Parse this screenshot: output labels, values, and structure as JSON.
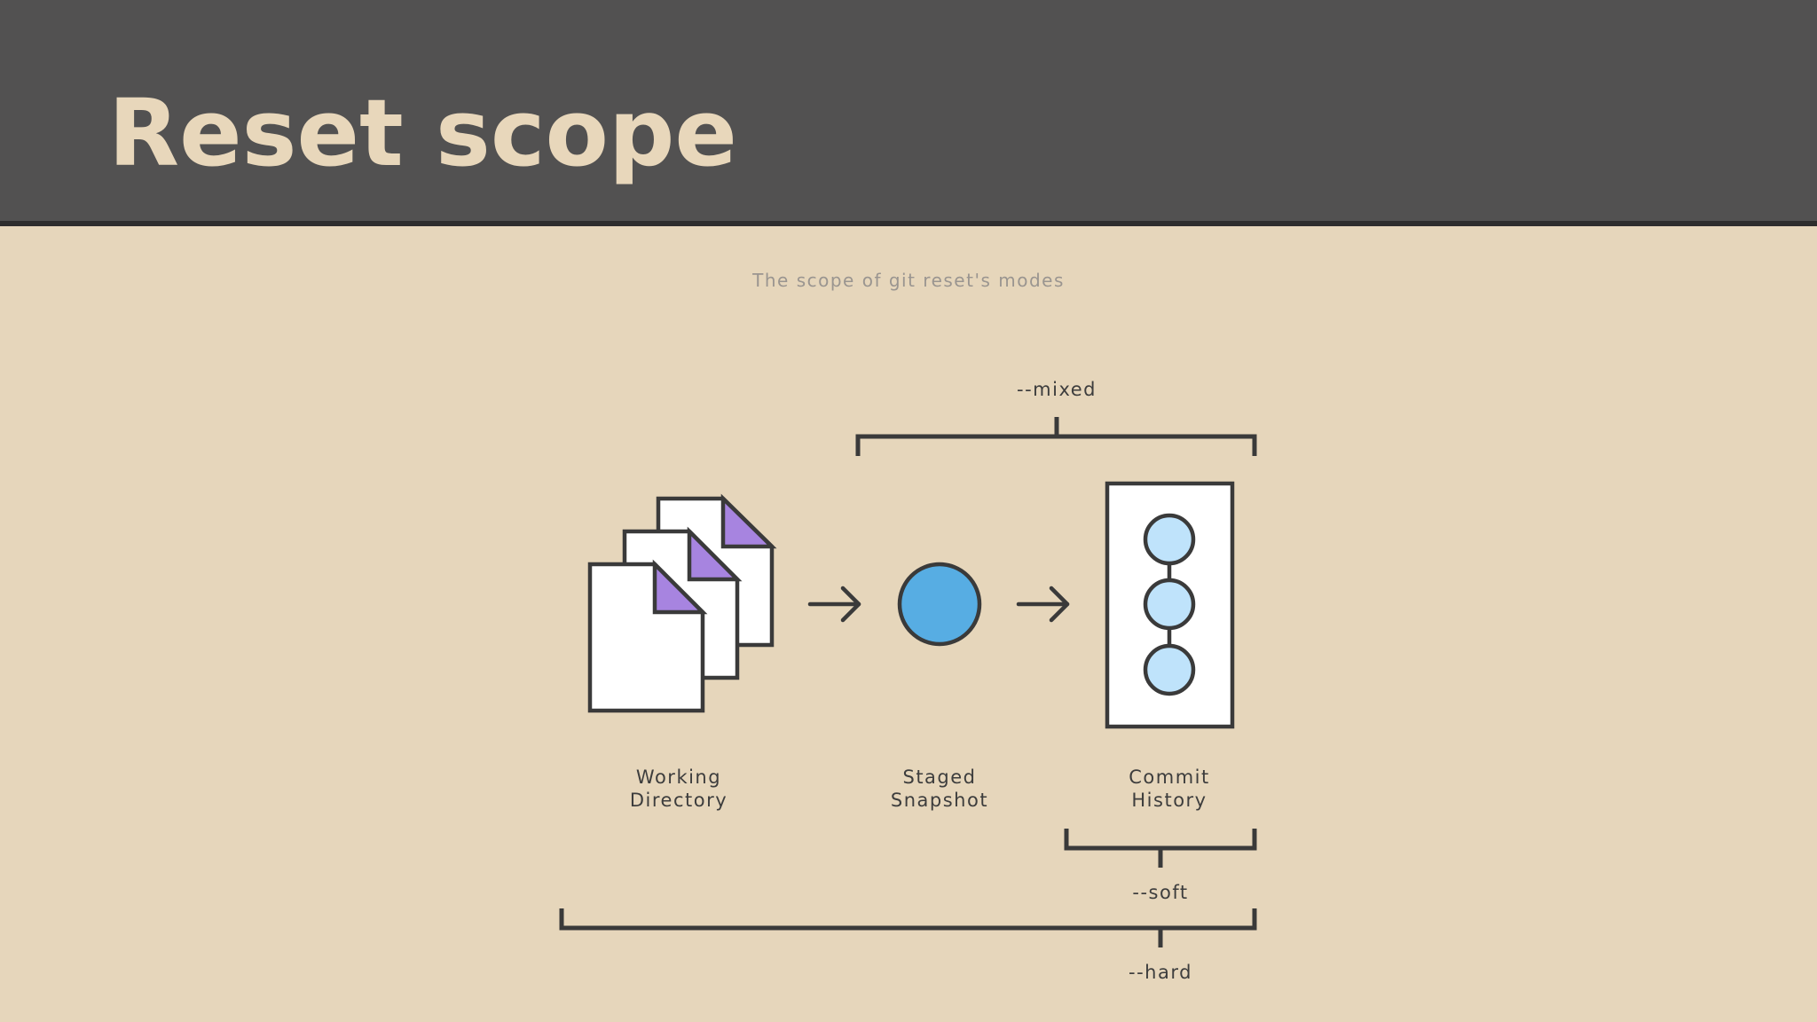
{
  "slide": {
    "title": "Reset scope",
    "subtitle": "The scope of git reset's modes"
  },
  "diagram": {
    "nodes": [
      {
        "id": "working",
        "label_line1": "Working",
        "label_line2": "Directory",
        "icon": "file-stack-icon"
      },
      {
        "id": "staged",
        "label_line1": "Staged",
        "label_line2": "Snapshot",
        "icon": "circle-icon"
      },
      {
        "id": "history",
        "label_line1": "Commit",
        "label_line2": "History",
        "icon": "commit-list-icon"
      }
    ],
    "brackets": {
      "mixed": "--mixed",
      "soft": "--soft",
      "hard": "--hard"
    }
  },
  "colors": {
    "header_bg": "#525151",
    "slide_bg": "#e6d6bb",
    "title_text": "#e8d7bb",
    "file_corner": "#a784e0",
    "staged_blue": "#57ade3",
    "commit_light_blue": "#bfe3fb",
    "stroke": "#3a3a3a"
  }
}
